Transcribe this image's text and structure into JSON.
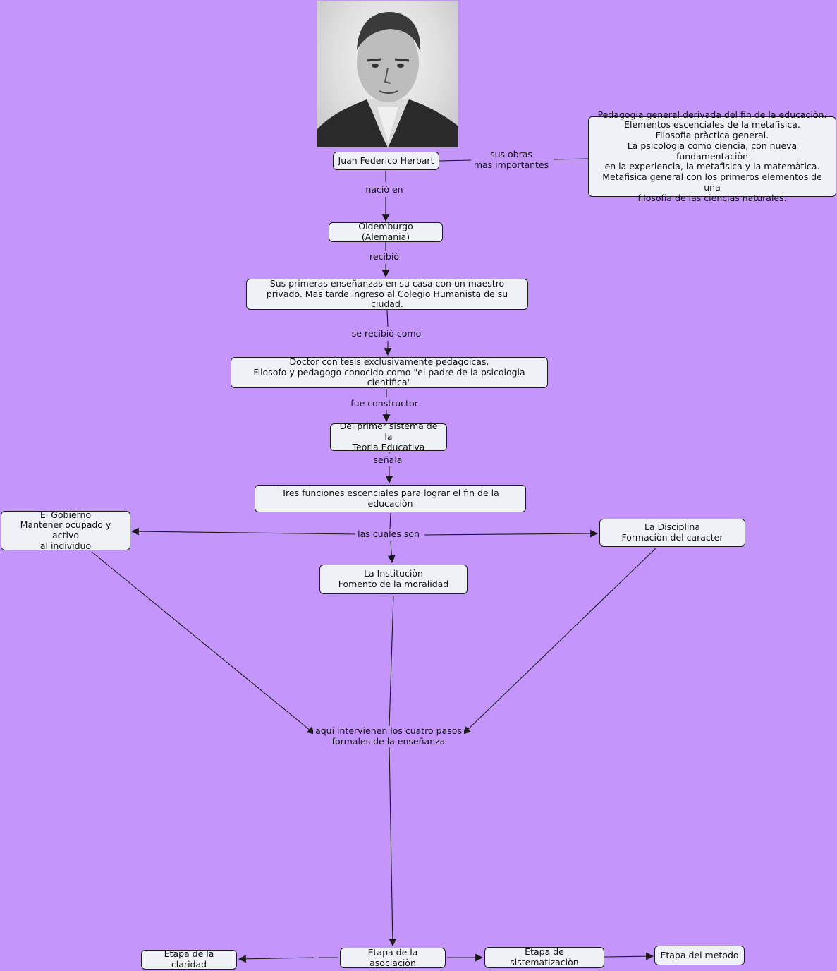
{
  "nodes": {
    "herbart": "Juan Federico Herbart",
    "oldemburgo": "Oldemburgo (Alemania)",
    "ensenanzas": "Sus primeras enseñanzas en su casa con un maestro\nprivado. Mas tarde ingreso al Colegio Humanista de su ciudad.",
    "doctor": "Doctor con tesis exclusivamente pedagoicas.\nFilosofo y pedagogo conocido como \"el padre de la psicologia cientifica\"",
    "sistema": "Del primer sistema de la\nTeoria Educativa",
    "tres_funciones": "Tres funciones escenciales para lograr el fin de la educaciòn",
    "gobierno": "El Gobierno\nMantener ocupado y activo\nal individuo",
    "disciplina": "La Disciplina\nFormaciòn del caracter",
    "institucion": "La Instituciòn\nFomento de la moralidad",
    "obras": "Pedagogia general derivada del fin de la educaciòn.\nElementos escenciales de la metafisica.\nFilosofia pràctica general.\nLa psicologia como ciencia, con nueva fundamentaciòn\nen la experiencia, la metafisica y la matemàtica.\nMetafisica general con los primeros elementos de una\nfilosofia de las ciencias naturales.",
    "claridad": "Etapa de la claridad",
    "asociacion": "Etapa de la asociaciòn",
    "sistematizacion": "Etapa de sistematizaciòn",
    "metodo": "Etapa del metodo"
  },
  "links": {
    "sus_obras": "sus obras\nmas importantes",
    "nacio_en": "naciò en",
    "recibio": "recibiò",
    "se_recibio": "se recibiò como",
    "fue_constructor": "fue constructor",
    "senala": "señala",
    "las_cuales": "las cuales son",
    "cuatro_pasos": "aqui intervienen los cuatro pasos\nformales de la enseñanza"
  },
  "colors": {
    "background": "#c496fc",
    "node_fill": "#eef2f7",
    "line": "#1a1a1a"
  }
}
